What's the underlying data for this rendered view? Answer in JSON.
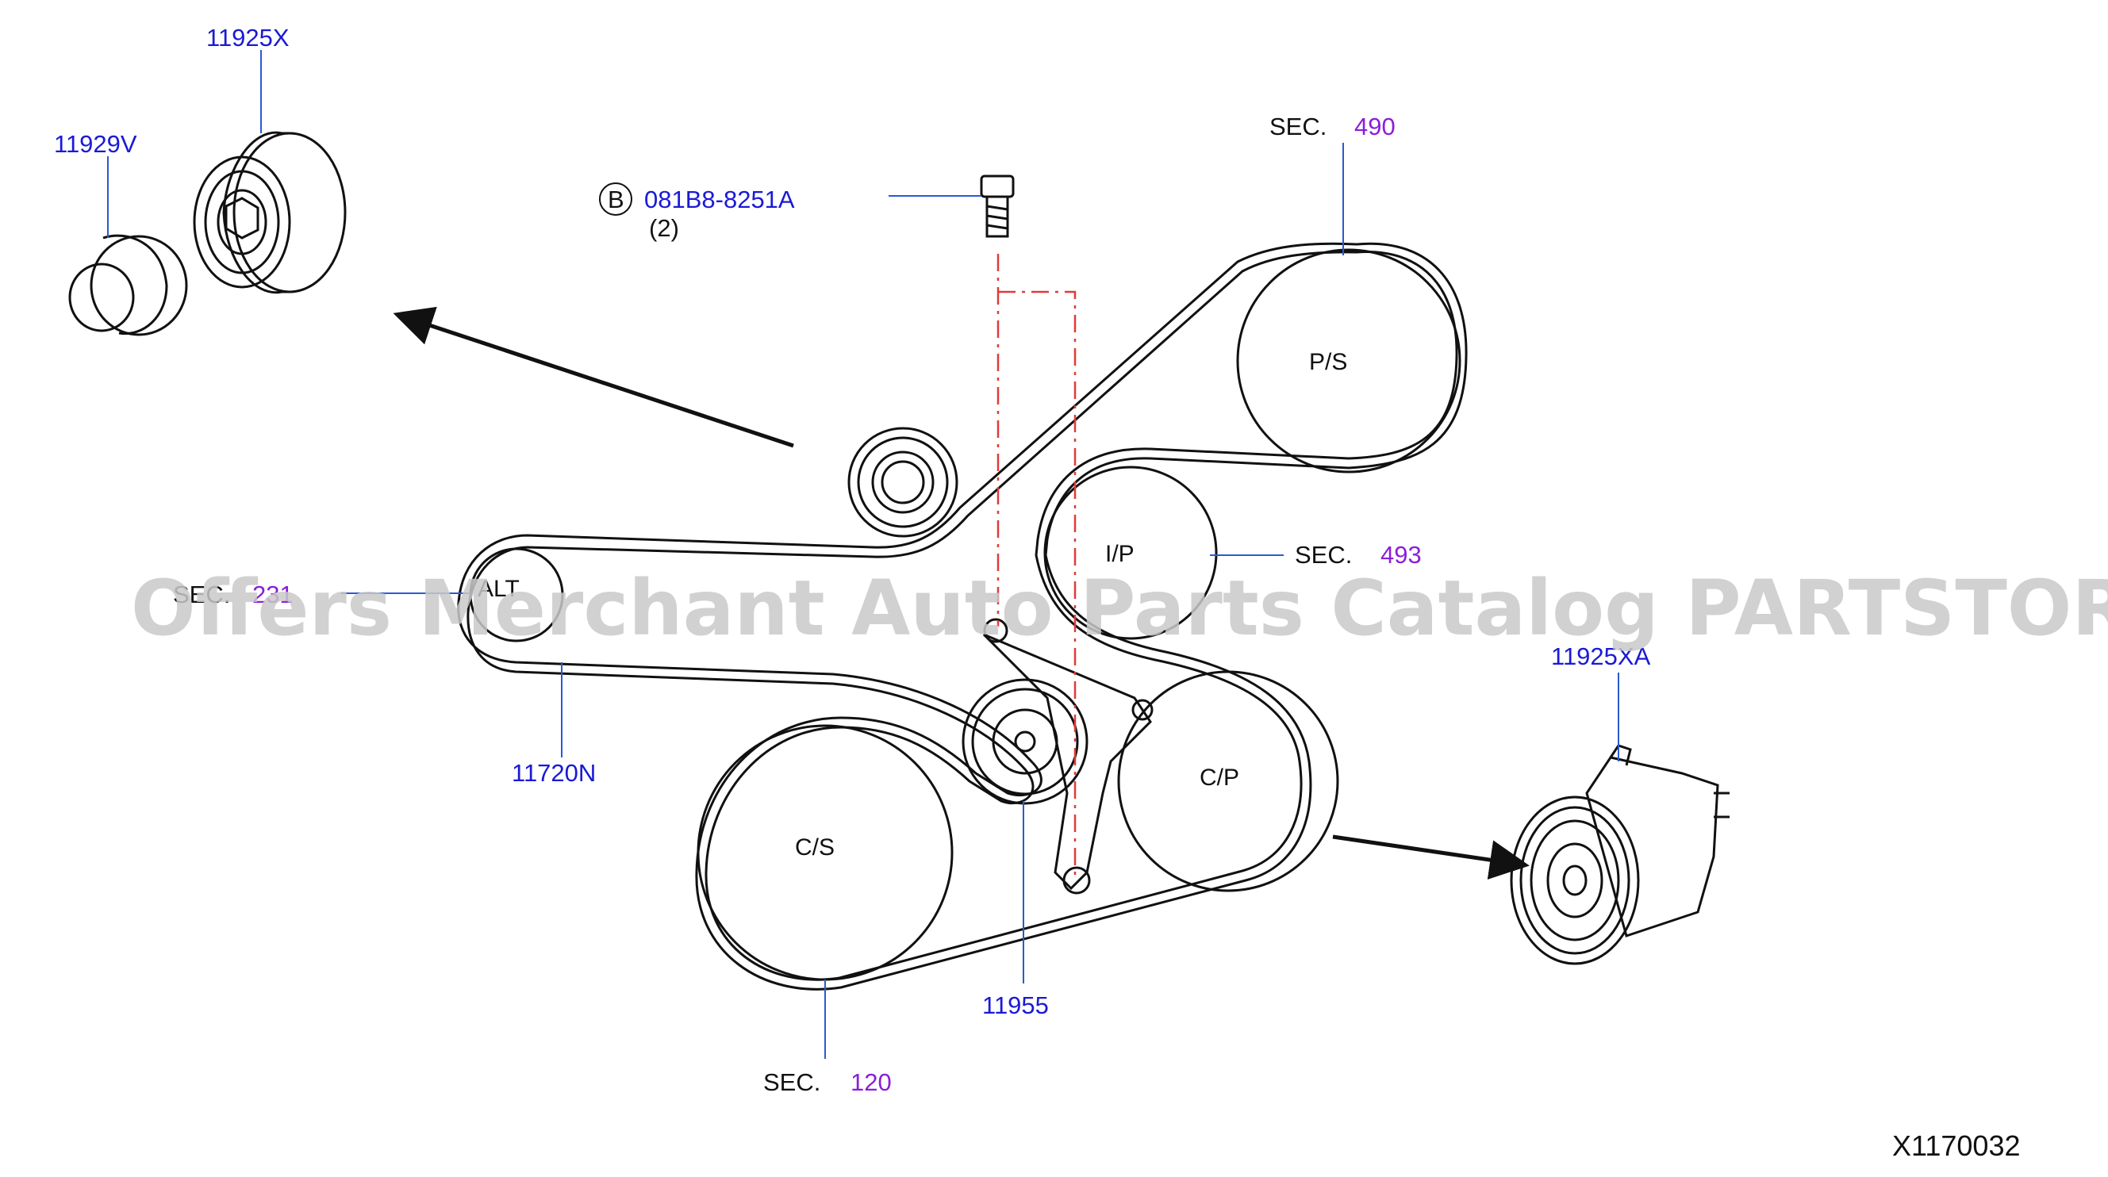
{
  "diagram_id": "X1170032",
  "watermark": "Offers Merchant Auto Parts Catalog PARTSTORE.SA",
  "part_numbers": {
    "pulley_idler": "11925X",
    "pulley_cover": "11929V",
    "bolt": "081B8-8251A",
    "bolt_qty": "(2)",
    "bolt_circle": "B",
    "belt": "11720N",
    "tensioner": "11955",
    "pulley_assy": "11925XA"
  },
  "section_refs": [
    {
      "label": "SEC.",
      "num": "490"
    },
    {
      "label": "SEC.",
      "num": "493"
    },
    {
      "label": "SEC.",
      "num": "231"
    },
    {
      "label": "SEC.",
      "num": "120"
    }
  ],
  "components": {
    "ps": "P/S",
    "ip": "I/P",
    "alt": "ALT",
    "cp": "C/P",
    "cs": "C/S"
  },
  "colors": {
    "part_number": "#1a1ad6",
    "section_number": "#8a1fd8",
    "centerline": "#e03a3a",
    "leader": "#2a5ad0"
  }
}
